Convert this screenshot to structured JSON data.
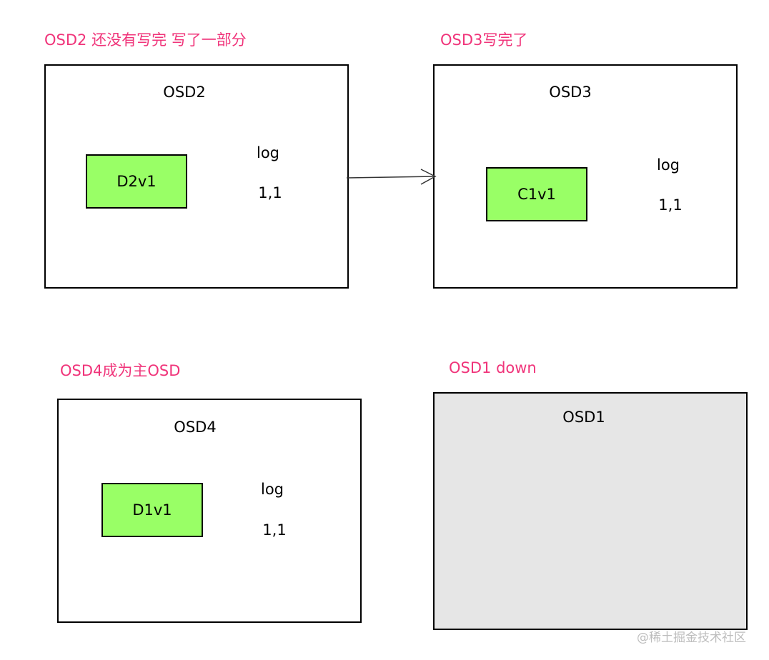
{
  "captions": {
    "osd2": "OSD2 还没有写完 写了一部分",
    "osd3": "OSD3写完了",
    "osd4": "OSD4成为主OSD",
    "osd1": "OSD1 down"
  },
  "nodes": {
    "osd2": {
      "title": "OSD2",
      "object": "D2v1",
      "log_label": "log",
      "log_value": "1,1"
    },
    "osd3": {
      "title": "OSD3",
      "object": "C1v1",
      "log_label": "log",
      "log_value": "1,1"
    },
    "osd4": {
      "title": "OSD4",
      "object": "D1v1",
      "log_label": "log",
      "log_value": "1,1"
    },
    "osd1": {
      "title": "OSD1"
    }
  },
  "colors": {
    "caption": "#f0347a",
    "object_fill": "#99ff66",
    "down_fill": "#e6e6e6"
  },
  "watermark": "@稀土掘金技术社区"
}
